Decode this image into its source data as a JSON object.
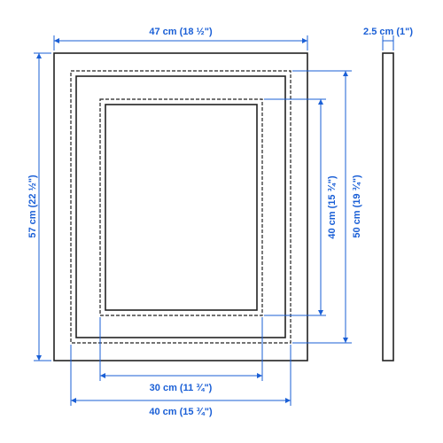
{
  "colors": {
    "dimension": "#1a5fd6",
    "frame": "#222222",
    "background": "#ffffff"
  },
  "dimensions": {
    "frame_width": "47 cm (18 ½\")",
    "frame_depth": "2.5 cm (1\")",
    "frame_height": "57 cm (22 ½\")",
    "picture_height": "50 cm (19 ¾\")",
    "mat_opening_height": "40 cm (15 ¾\")",
    "mat_opening_width": "30 cm (11 ¾\")",
    "picture_width": "40 cm (15 ¾\")"
  }
}
